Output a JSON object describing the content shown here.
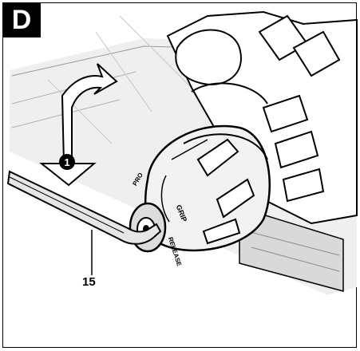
{
  "figure": {
    "panel_letter": "D",
    "step_marker": "1",
    "callout_label": "15",
    "chuck_text_grip": "GRIP",
    "chuck_text_release": "RELEASE",
    "chuck_text_pro": "PRO"
  },
  "colors": {
    "panel_badge": "#000000",
    "line": "#000000",
    "wood_shade": "#d9d9d9",
    "tool_shade": "#e6e6e6"
  }
}
